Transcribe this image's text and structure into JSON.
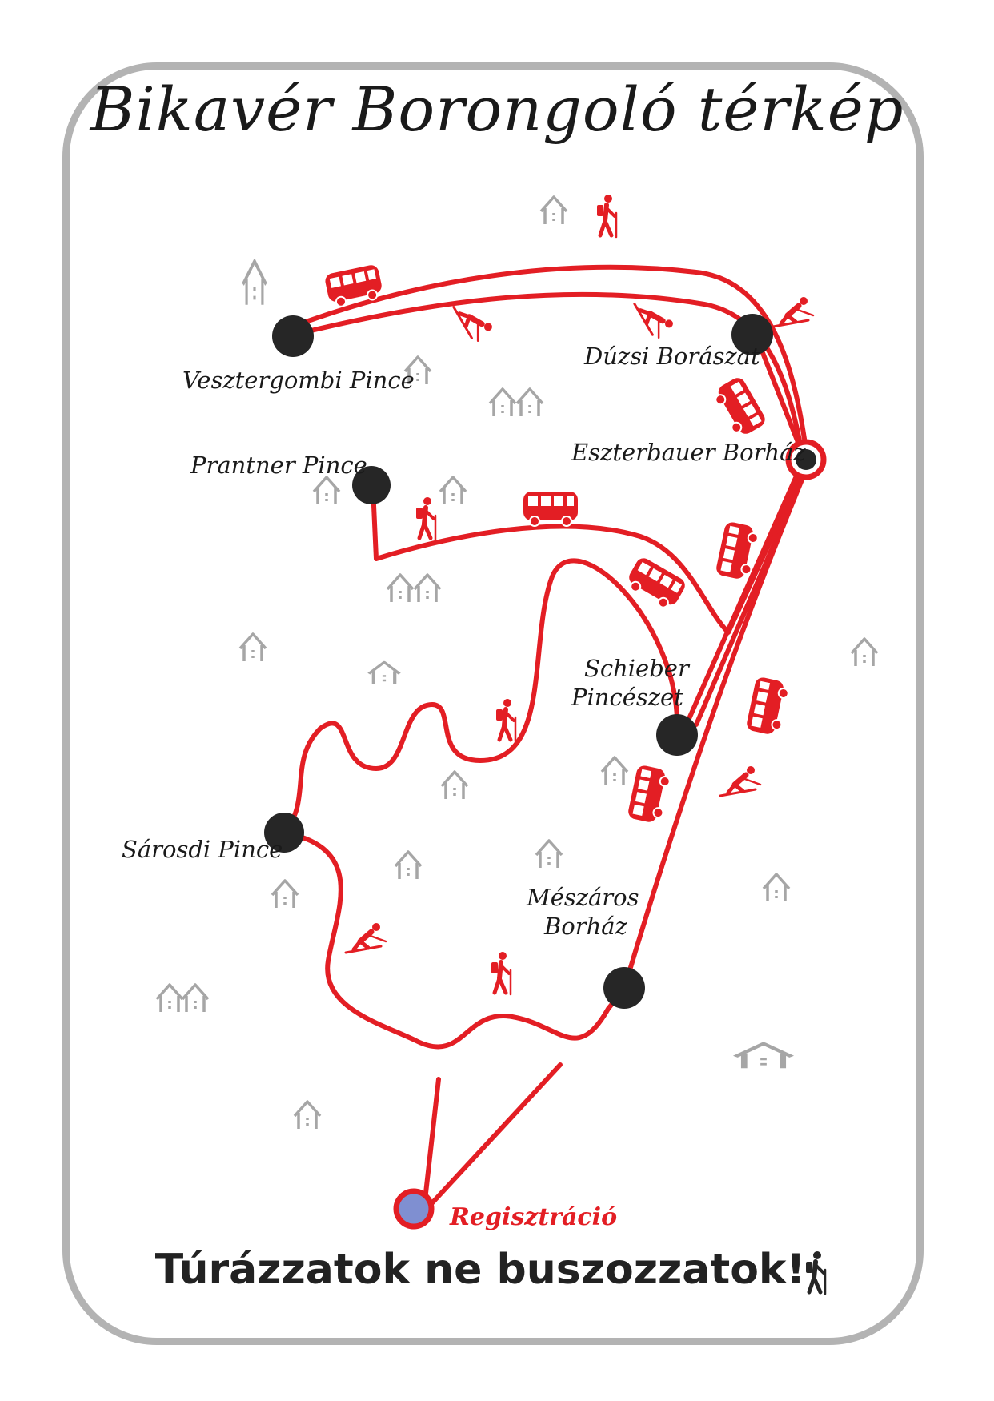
{
  "title": "Bikavér Borongoló térkép",
  "slogan": "Túrázzatok ne buszozzatok!",
  "colors": {
    "route": "#e31e24",
    "station": "#262626",
    "house": "#a6a6a6",
    "frame": "#b3b3b3",
    "start_fill": "#7f8fd1"
  },
  "stations": [
    {
      "id": "vesztergombi",
      "label": "Vesztergombi Pince"
    },
    {
      "id": "duzsi",
      "label": "Dúzsi Borászat"
    },
    {
      "id": "eszterbauer",
      "label": "Eszterbauer Borház"
    },
    {
      "id": "prantner",
      "label": "Prantner Pince"
    },
    {
      "id": "schieber",
      "label_line1": "Schieber",
      "label_line2": "Pincészet"
    },
    {
      "id": "sarosdi",
      "label": "Sárosdi Pince"
    },
    {
      "id": "meszaros",
      "label_line1": "Mészáros",
      "label_line2": "Borház"
    },
    {
      "id": "registration",
      "label": "Regisztráció"
    }
  ],
  "icons": [
    "bus-icon",
    "hiker-icon",
    "skier-icon",
    "house-icon"
  ]
}
